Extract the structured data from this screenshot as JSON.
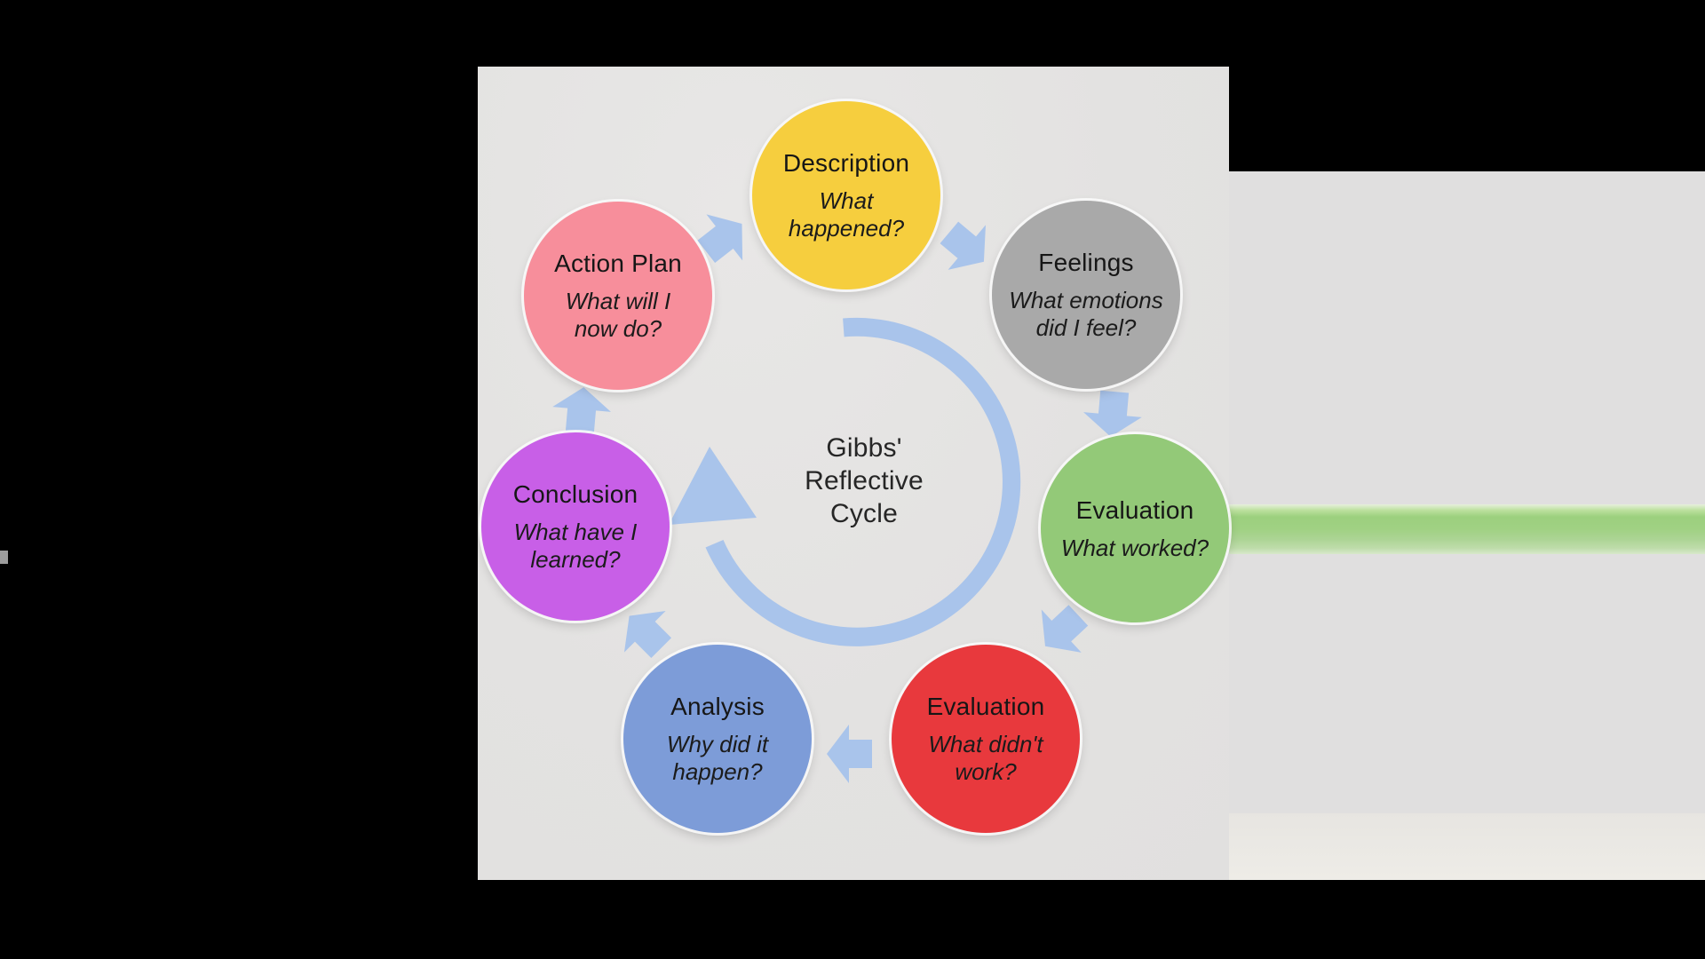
{
  "slide": {
    "center_title": "Gibbs'\nReflective\nCycle",
    "stages": [
      {
        "title": "Description",
        "question": "What\nhappened?",
        "color": "#F6CE3E"
      },
      {
        "title": "Feelings",
        "question": "What emotions\ndid I feel?",
        "color": "#A9A9A9"
      },
      {
        "title": "Evaluation",
        "question": "What worked?",
        "color": "#93C978"
      },
      {
        "title": "Evaluation",
        "question": "What didn't\nwork?",
        "color": "#E8393D"
      },
      {
        "title": "Analysis",
        "question": "Why did it\nhappen?",
        "color": "#7D9CD8"
      },
      {
        "title": "Conclusion",
        "question": "What have I\nlearned?",
        "color": "#C85FE7"
      },
      {
        "title": "Action Plan",
        "question": "What will I\nnow do?",
        "color": "#F78E9B"
      }
    ],
    "colors": {
      "arrow": "#A9C4EB",
      "panel": "#E4E3E2",
      "right_panel": "#E0DFDF",
      "right_panel_lower": "#ECEAE5",
      "stripe_green": "#9CD07E",
      "background": "#000000"
    }
  }
}
